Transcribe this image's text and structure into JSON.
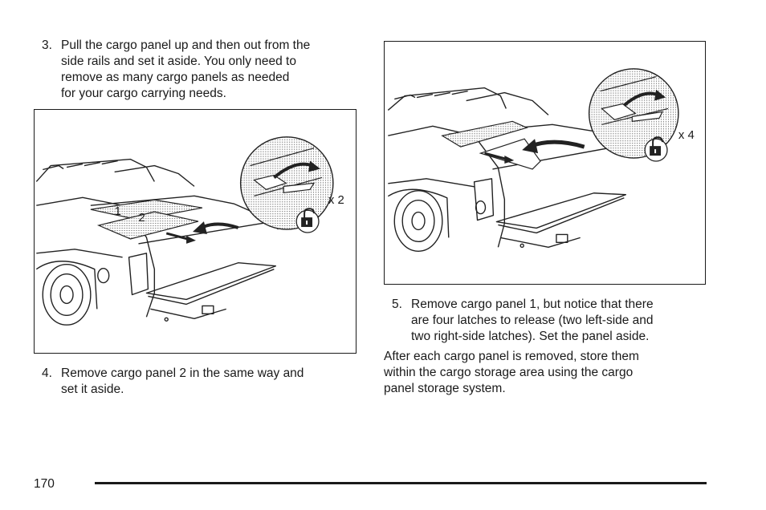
{
  "steps": {
    "step3": {
      "number": "3.",
      "text": "Pull the cargo panel up and then out from the\nside rails and set it aside. You only need to\nremove as many cargo panels as needed\nfor your cargo carrying needs."
    },
    "step4": {
      "number": "4.",
      "text": "Remove cargo panel 2 in the same way and\nset it aside."
    },
    "step5": {
      "number": "5.",
      "text": "Remove cargo panel 1, but notice that there\nare four latches to release (two left-side and\ntwo right-side latches). Set the panel aside."
    }
  },
  "paragraph": "After each cargo panel is removed, store them\nwithin the cargo storage area using the cargo\npanel storage system.",
  "figures": {
    "left": {
      "multiplier": "x 2",
      "panel_label_1": "1",
      "panel_label_2": "2"
    },
    "right": {
      "multiplier": "x 4"
    }
  },
  "footer": {
    "page_number": "170"
  }
}
